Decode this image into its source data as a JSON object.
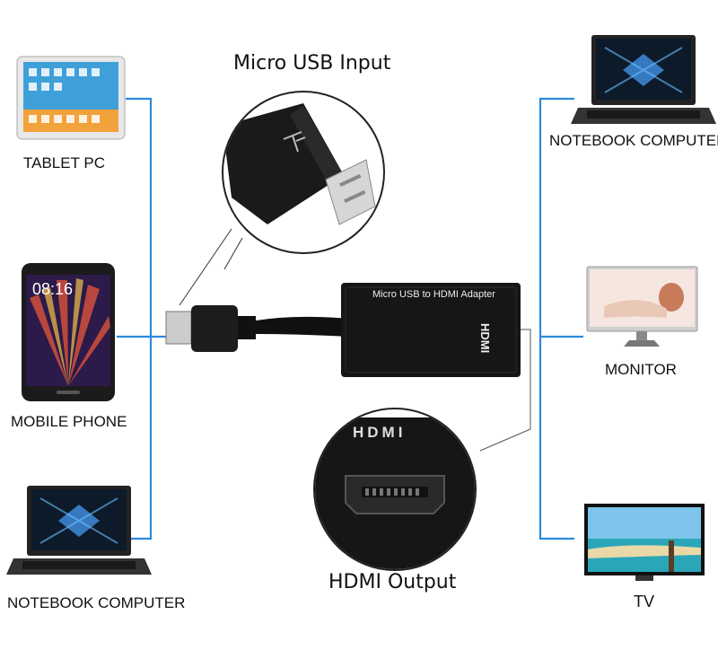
{
  "captions": {
    "micro_usb_input": "Micro USB Input",
    "hdmi_output": "HDMI Output"
  },
  "adapter": {
    "body_text": "Micro USB to HDMI Adapter",
    "port_logo": "HDMI",
    "zoom_logo": "HDMI"
  },
  "left_devices": {
    "tablet": "TABLET PC",
    "phone": "MOBILE PHONE",
    "notebook": "NOTEBOOK COMPUTER"
  },
  "right_devices": {
    "notebook": "NOTEBOOK COMPUTER",
    "monitor": "MONITOR",
    "tv": "TV"
  },
  "phone_screen": {
    "time": "08:16"
  },
  "colors": {
    "connector_line": "#2b8be0",
    "adapter_body": "#161616"
  }
}
